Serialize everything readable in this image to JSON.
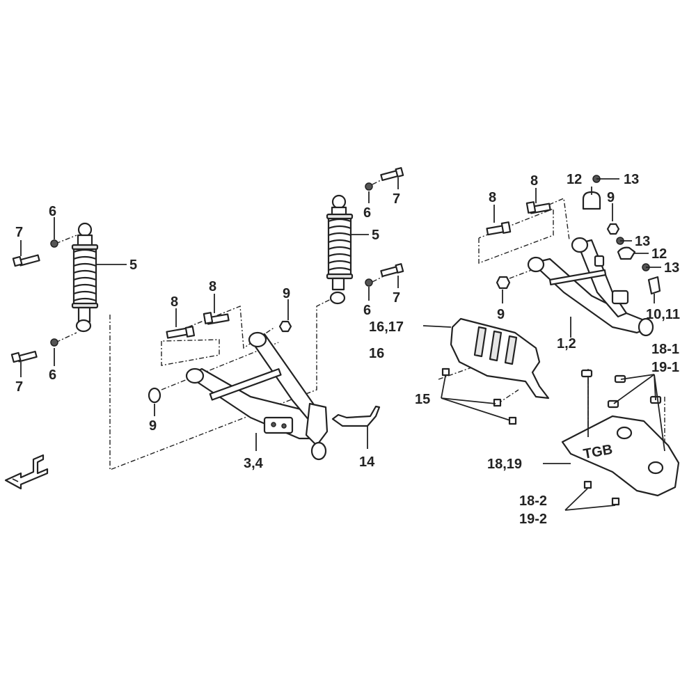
{
  "labels": {
    "l7a": "7",
    "l6a": "6",
    "l5a": "5",
    "l7b": "7",
    "l6b": "6",
    "l8a": "8",
    "l8b": "8",
    "l9a": "9",
    "l9b": "9",
    "l34": "3,4",
    "l7c": "7",
    "l6c": "6",
    "l5b": "5",
    "l6d": "6",
    "l7d": "7",
    "l14": "14",
    "l8c": "8",
    "l8d": "8",
    "l12a": "12",
    "l13a": "13",
    "l9c": "9",
    "l13b": "13",
    "l12b": "12",
    "l13c": "13",
    "l9d": "9",
    "l1011": "10,11",
    "l12c": "1,2",
    "l1617": "16,17",
    "l16": "16",
    "l15": "15",
    "l181": "18-1",
    "l191": "19-1",
    "l1819": "18,19",
    "l182": "18-2",
    "l192": "19-2"
  },
  "decal_text": "TGB",
  "colors": {
    "line": "#222222",
    "fill": "#ffffff",
    "shade": "#e6e6e6"
  },
  "icons": {
    "direction": "front-direction-arrow-icon"
  }
}
